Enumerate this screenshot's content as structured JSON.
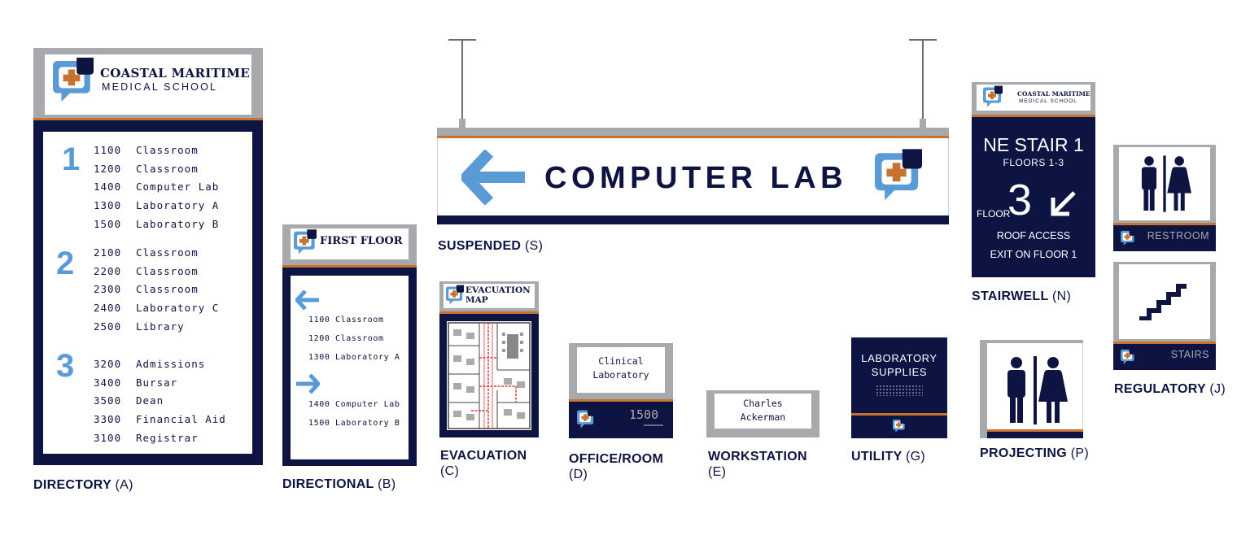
{
  "colors": {
    "navy": "#0d1442",
    "grey": "#a7a9ac",
    "orange": "#c8722f",
    "blue": "#5b9bd5",
    "white": "#ffffff"
  },
  "icons": [
    "medical-cross-logo-icon",
    "arrow-left-icon",
    "arrow-right-icon",
    "arrow-down-left-icon",
    "restroom-icon",
    "stairs-icon",
    "evacuation-map-image"
  ],
  "directory": {
    "school_name_1": "COASTAL MARITIME",
    "school_name_2": "MEDICAL SCHOOL",
    "floors": [
      {
        "number": "1",
        "rooms": [
          {
            "num": "1100",
            "name": "Classroom"
          },
          {
            "num": "1200",
            "name": "Classroom"
          },
          {
            "num": "1400",
            "name": "Computer Lab"
          },
          {
            "num": "1300",
            "name": "Laboratory A"
          },
          {
            "num": "1500",
            "name": "Laboratory B"
          }
        ]
      },
      {
        "number": "2",
        "rooms": [
          {
            "num": "2100",
            "name": "Classroom"
          },
          {
            "num": "2200",
            "name": "Classroom"
          },
          {
            "num": "2300",
            "name": "Classroom"
          },
          {
            "num": "2400",
            "name": "Laboratory C"
          },
          {
            "num": "2500",
            "name": "Library"
          }
        ]
      },
      {
        "number": "3",
        "rooms": [
          {
            "num": "3200",
            "name": "Admissions"
          },
          {
            "num": "3400",
            "name": "Bursar"
          },
          {
            "num": "3500",
            "name": "Dean"
          },
          {
            "num": "3300",
            "name": "Financial Aid"
          },
          {
            "num": "3100",
            "name": "Registrar"
          }
        ]
      }
    ],
    "caption": "DIRECTORY",
    "caption_code": "(A)"
  },
  "directional": {
    "header": "FIRST FLOOR",
    "left_rooms": [
      {
        "num": "1100",
        "name": "Classroom"
      },
      {
        "num": "1200",
        "name": "Classroom"
      },
      {
        "num": "1300",
        "name": "Laboratory A"
      }
    ],
    "right_rooms": [
      {
        "num": "1400",
        "name": "Computer Lab"
      },
      {
        "num": "1500",
        "name": "Laboratory B"
      }
    ],
    "caption": "DIRECTIONAL",
    "caption_code": "(B)"
  },
  "suspended": {
    "text": "COMPUTER LAB",
    "caption": "SUSPENDED",
    "caption_code": "(S)"
  },
  "evacuation": {
    "header_1": "EVACUATION",
    "header_2": "MAP",
    "caption": "EVACUATION",
    "caption_code": "(C)"
  },
  "office": {
    "label_1": "Clinical",
    "label_2": "Laboratory",
    "room": "1500",
    "caption": "OFFICE/ROOM",
    "caption_code": "(D)"
  },
  "workstation": {
    "name_1": "Charles",
    "name_2": "Ackerman",
    "caption": "WORKSTATION",
    "caption_code": "(E)"
  },
  "utility": {
    "text_1": "LABORATORY",
    "text_2": "SUPPLIES",
    "caption": "UTILITY",
    "caption_code": "(G)"
  },
  "stairwell": {
    "school_name_1": "COASTAL MARITIME",
    "school_name_2": "MEDICAL SCHOOL",
    "title": "NE STAIR 1",
    "floors": "FLOORS 1-3",
    "floor_label": "FLOOR",
    "floor_num": "3",
    "roof_1": "ROOF ACCESS",
    "roof_2": "EXIT ON FLOOR 1",
    "caption": "STAIRWELL",
    "caption_code": "(N)"
  },
  "projecting": {
    "caption": "PROJECTING",
    "caption_code": "(P)"
  },
  "regulatory": {
    "restroom": "RESTROOM",
    "stairs": "STAIRS",
    "caption": "REGULATORY",
    "caption_code": "(J)"
  }
}
